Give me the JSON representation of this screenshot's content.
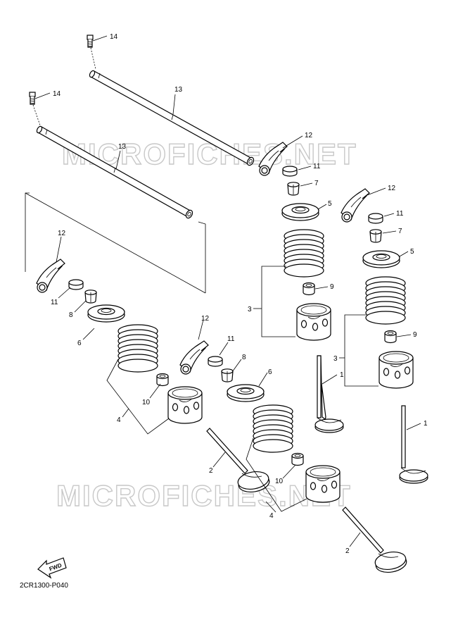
{
  "watermark": {
    "text": "MICROFICHES.NET"
  },
  "fwd_label": "FWD",
  "diagram_code": "2CR1300-P040",
  "callouts": {
    "c1": "1",
    "c2": "2",
    "c3": "3",
    "c4": "4",
    "c5": "5",
    "c6": "6",
    "c7": "7",
    "c8": "8",
    "c9": "9",
    "c10": "10",
    "c11": "11",
    "c12": "12",
    "c13": "13",
    "c14": "14"
  }
}
